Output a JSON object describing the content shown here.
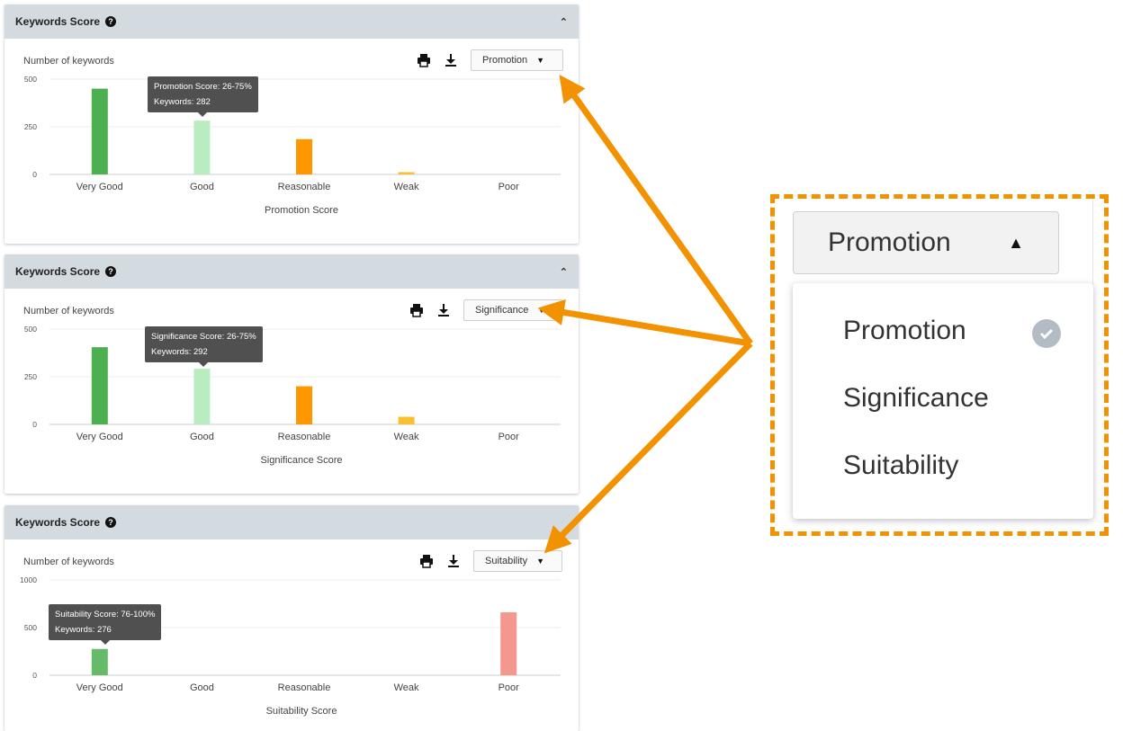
{
  "panels": [
    {
      "title": "Keywords Score",
      "ylabel": "Number of keywords",
      "select_value": "Promotion",
      "tooltip_line1": "Promotion Score: 26-75%",
      "tooltip_line2": "Keywords: 282"
    },
    {
      "title": "Keywords Score",
      "ylabel": "Number of keywords",
      "select_value": "Significance",
      "tooltip_line1": "Significance Score: 26-75%",
      "tooltip_line2": "Keywords: 292"
    },
    {
      "title": "Keywords Score",
      "ylabel": "Number of keywords",
      "select_value": "Suitability",
      "tooltip_line1": "Suitability Score: 76-100%",
      "tooltip_line2": "Keywords: 276"
    }
  ],
  "icons": {
    "help": "help-icon",
    "collapse": "chevron-up-icon",
    "print": "print-icon",
    "download": "download-icon",
    "dropdown": "caret-down-icon"
  },
  "zoom": {
    "selected": "Promotion",
    "options": [
      "Promotion",
      "Significance",
      "Suitability"
    ]
  },
  "colors": {
    "accent": "#f39200",
    "very_good": "#4caf50",
    "good": "#b9ecc0",
    "reasonable": "#ff9800",
    "weak": "#fbc02d",
    "poor": "#f4978e",
    "header_bg": "#d3dbe0"
  },
  "chart_data": [
    {
      "type": "bar",
      "categories": [
        "Very Good",
        "Good",
        "Reasonable",
        "Weak",
        "Poor"
      ],
      "values": [
        450,
        282,
        185,
        12,
        0
      ],
      "colors": [
        "#4caf50",
        "#b9ecc0",
        "#ff9800",
        "#fbc02d",
        "#f4978e"
      ],
      "yticks": [
        0,
        250,
        500
      ],
      "ylim": [
        0,
        500
      ],
      "xlabel": "Promotion Score",
      "ylabel": "Number of keywords",
      "grid": true
    },
    {
      "type": "bar",
      "categories": [
        "Very Good",
        "Good",
        "Reasonable",
        "Weak",
        "Poor"
      ],
      "values": [
        405,
        292,
        200,
        40,
        0
      ],
      "colors": [
        "#4caf50",
        "#b9ecc0",
        "#ff9800",
        "#fbc02d",
        "#f4978e"
      ],
      "yticks": [
        0,
        250,
        500
      ],
      "ylim": [
        0,
        500
      ],
      "xlabel": "Significance Score",
      "ylabel": "Number of keywords",
      "grid": true
    },
    {
      "type": "bar",
      "categories": [
        "Very Good",
        "Good",
        "Reasonable",
        "Weak",
        "Poor"
      ],
      "values": [
        276,
        0,
        0,
        0,
        660
      ],
      "colors": [
        "#66bb6a",
        "#b9ecc0",
        "#ff9800",
        "#fbc02d",
        "#f4978e"
      ],
      "yticks": [
        0,
        500,
        1000
      ],
      "ylim": [
        0,
        1000
      ],
      "xlabel": "Suitability Score",
      "ylabel": "Number of keywords",
      "grid": true
    }
  ]
}
